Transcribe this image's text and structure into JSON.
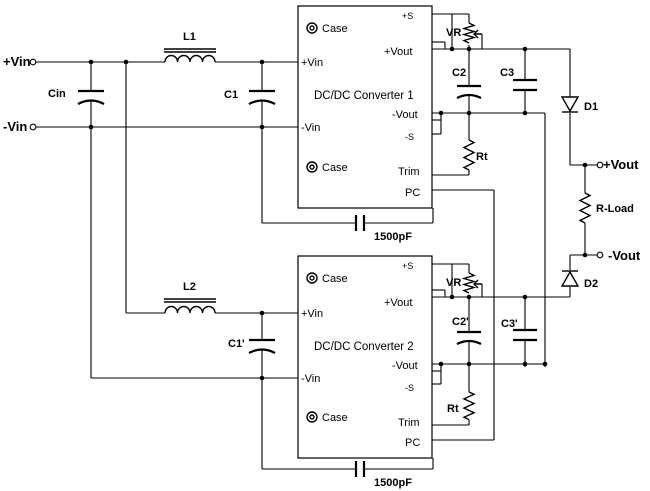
{
  "terminals": {
    "vin_pos": "+Vin",
    "vin_neg": "-Vin",
    "vout_pos": "+Vout",
    "vout_neg": "-Vout"
  },
  "components": {
    "cin": "Cin",
    "l1": "L1",
    "l2": "L2",
    "c1": "C1",
    "c1_prime": "C1'",
    "c2": "C2",
    "c2_prime": "C2'",
    "c3": "C3",
    "c3_prime": "C3'",
    "vr_1": "VR",
    "vr_2": "VR",
    "rt_1": "Rt",
    "rt_2": "Rt",
    "d1": "D1",
    "d2": "D2",
    "r_load": "R-Load",
    "cap_1500_1": "1500pF",
    "cap_1500_2": "1500pF"
  },
  "converter1": {
    "title": "DC/DC Converter 1",
    "case_top": "Case",
    "case_bottom": "Case",
    "pin_plus_s": "+S",
    "pin_plus_vout": "+Vout",
    "pin_plus_vin": "+Vin",
    "pin_minus_vout": "-Vout",
    "pin_minus_vin": "-Vin",
    "pin_minus_s": "-S",
    "pin_trim": "Trim",
    "pin_pc": "PC"
  },
  "converter2": {
    "title": "DC/DC Converter 2",
    "case_top": "Case",
    "case_bottom": "Case",
    "pin_plus_s": "+S",
    "pin_plus_vout": "+Vout",
    "pin_plus_vin": "+Vin",
    "pin_minus_vout": "-Vout",
    "pin_minus_vin": "-Vin",
    "pin_minus_s": "-S",
    "pin_trim": "Trim",
    "pin_pc": "PC"
  }
}
